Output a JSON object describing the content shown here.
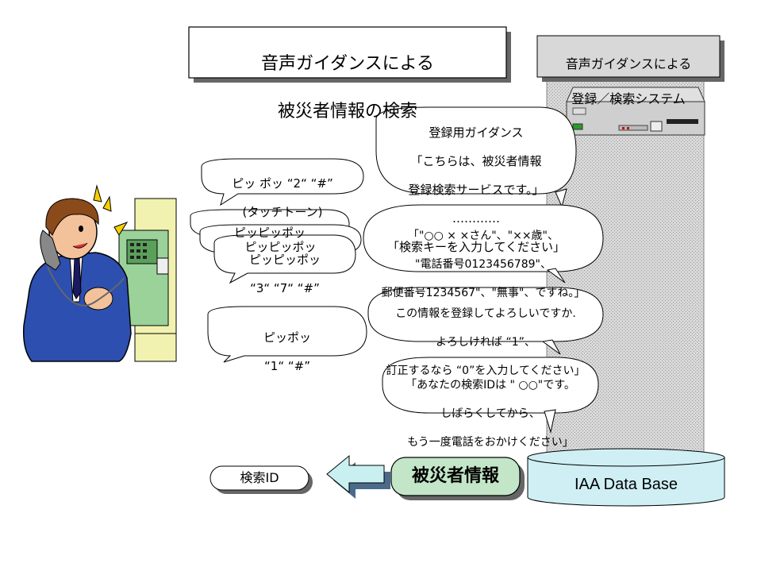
{
  "title": {
    "line1": "音声ガイダンスによる",
    "line2": "被災者情報の検索"
  },
  "system_label": {
    "line1": "音声ガイダンスによる",
    "line2": "登録／検索システム"
  },
  "user_bubbles": {
    "b1": {
      "line1": "ピッ ポッ “2“ “#”",
      "line2": "(タッチトーン)"
    },
    "b2": {
      "line1": "ピッピッポッ"
    },
    "b3": {
      "line1": "ピッピッポッ"
    },
    "b4": {
      "line1": "ピッピッポッ",
      "line2": "“3“ “7“ “#”"
    },
    "b5": {
      "line1": "ピッポッ",
      "line2": "“1“ “#”"
    }
  },
  "system_bubbles": {
    "s1": {
      "line1": "登録用ガイダンス",
      "line2": "「こちらは、被災者情報",
      "line3": "登録検索サービスです。」",
      "line4": "…………",
      "line5": "「検索キーを入力してください」"
    },
    "s2": {
      "line1": "「\"○○ × ×さん\"、\"××歳\"、",
      "line2": "\"電話番号0123456789\"、",
      "line3": "郵便番号1234567\"、\"無事\"、ですね。」"
    },
    "s3": {
      "line1": "この情報を登録してよろしいですか.",
      "line2": "よろしければ “1”、",
      "line3": "訂正するなら “0”を入力してください」"
    },
    "s4": {
      "line1": "「あなたの検索IDは \" ○○\"です。",
      "line2": "しばらくしてから、",
      "line3": "もう一度電話をおかけください」"
    }
  },
  "search_id_label": "検索ID",
  "victim_info_label": "被災者情報",
  "database_label": "IAA Data Base",
  "colors": {
    "shade": "#d4d4d4",
    "green": "#bfe4c4",
    "cyan": "#c8f0f0",
    "suit": "#2244aa"
  }
}
